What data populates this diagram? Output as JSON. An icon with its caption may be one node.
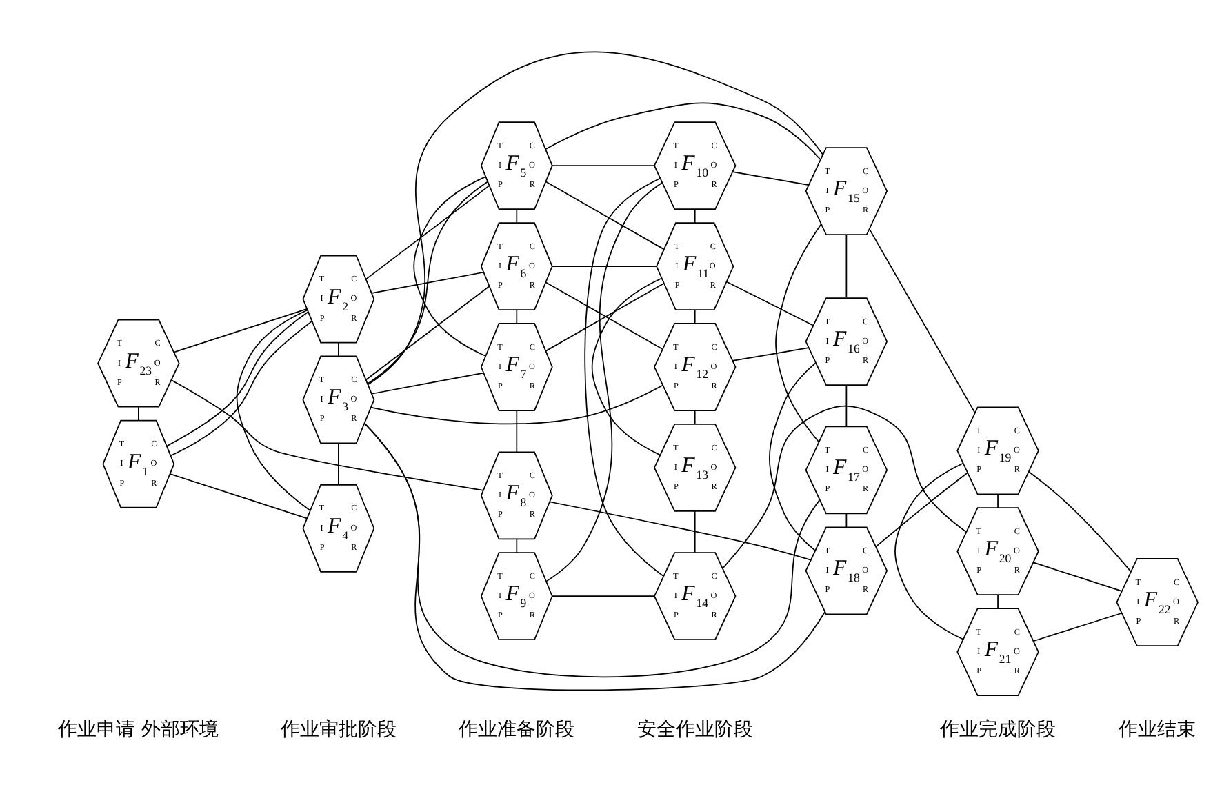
{
  "diagram": {
    "nodes": [
      {
        "text": [
          "T",
          "C",
          "I",
          "*F*$_{1}$",
          "O",
          "P",
          "R"
        ]
      },
      {
        "text": [
          "T",
          "C",
          "I",
          "*F*$_{2}$",
          "O",
          "P",
          "R"
        ]
      },
      {
        "text": [
          "T",
          "C",
          "I",
          "*F*$_{3}$",
          "O",
          "P",
          "R"
        ]
      },
      {
        "text": [
          "T",
          "C",
          "I",
          "*F*$_{4}$",
          "O",
          "P",
          "R"
        ]
      },
      {
        "text": [
          "T",
          "C",
          "I",
          "*F*$_{5}$",
          "O",
          "P",
          "R"
        ]
      },
      {
        "text": [
          "T",
          "C",
          "I",
          "*F*$_{6}$",
          "O",
          "P",
          "R"
        ]
      },
      {
        "text": [
          "T",
          "C",
          "I",
          "*F*$_{7}$",
          "O",
          "P",
          "R"
        ]
      },
      {
        "text": [
          "T",
          "C",
          "I",
          "*F*$_{8}$",
          "O",
          "P",
          "R"
        ]
      },
      {
        "text": [
          "T",
          "C",
          "I",
          "*F*$_{9}$",
          "O",
          "P",
          "R"
        ]
      },
      {
        "text": [
          "T",
          "C",
          "I",
          "*F*$_{10}$",
          "O",
          "P",
          "R"
        ]
      },
      {
        "text": [
          "T",
          "C",
          "I",
          "*F*$_{11}$",
          "O",
          "P",
          "R"
        ]
      },
      {
        "text": [
          "T",
          "C",
          "I",
          "*F*$_{12}$",
          "O",
          "P",
          "R"
        ]
      },
      {
        "text": [
          "T",
          "C",
          "I",
          "*F*$_{13}$",
          "O",
          "P",
          "R"
        ]
      },
      {
        "text": [
          "T",
          "C",
          "I",
          "*F*$_{14}$",
          "O",
          "P",
          "R"
        ]
      },
      {
        "text": [
          "T",
          "C",
          "I",
          "*F*$_{15}$",
          "O",
          "P",
          "R"
        ]
      },
      {
        "text": [
          "T",
          "C",
          "I",
          "*F*$_{16}$",
          "O",
          "P",
          "R"
        ]
      },
      {
        "text": [
          "T",
          "C",
          "I",
          "*F*$_{17}$",
          "O",
          "P",
          "R"
        ]
      },
      {
        "text": [
          "T",
          "C",
          "I",
          "*F*$_{18}$",
          "O",
          "P",
          "R"
        ]
      },
      {
        "text": [
          "T",
          "C",
          "I",
          "*F*$_{19}$",
          "O",
          "P",
          "R"
        ]
      },
      {
        "text": [
          "T",
          "C",
          "I",
          "*F*$_{20}$",
          "O",
          "P",
          "R"
        ]
      },
      {
        "text": [
          "T",
          "C",
          "I",
          "*F*$_{21}$",
          "O",
          "P",
          "R"
        ]
      },
      {
        "text": [
          "T",
          "C",
          "I",
          "*F*$_{22}$",
          "O",
          "P",
          "R"
        ]
      },
      {
        "text": [
          "T",
          "C",
          "I",
          "*F*$_{23}$",
          "O",
          "P",
          "R"
        ]
      }
    ],
    "edges": [
      {
        "from": 0,
        "to": 1,
        "arrow": "none"
      },
      {
        "from": 0,
        "to": 1,
        "arrow": "none"
      },
      {
        "from": 0,
        "to": 3,
        "arrow": "none"
      },
      {
        "from": 22,
        "to": 0,
        "arrow": "none"
      },
      {
        "from": 22,
        "to": 1,
        "arrow": "none"
      },
      {
        "from": 22,
        "to": 7,
        "arrow": "none"
      },
      {
        "from": 1,
        "to": 2,
        "arrow": "none"
      },
      {
        "from": 1,
        "to": 3,
        "arrow": "none"
      },
      {
        "from": 1,
        "to": 4,
        "arrow": "none"
      },
      {
        "from": 1,
        "to": 5,
        "arrow": "none"
      },
      {
        "from": 2,
        "to": 3,
        "arrow": "none"
      },
      {
        "from": 2,
        "to": 4,
        "arrow": "none"
      },
      {
        "from": 2,
        "to": 5,
        "arrow": "none"
      },
      {
        "from": 2,
        "to": 6,
        "arrow": "none"
      },
      {
        "from": 2,
        "to": 11,
        "arrow": "none"
      },
      {
        "from": 2,
        "to": 14,
        "arrow": "none"
      },
      {
        "from": 2,
        "to": 16,
        "arrow": "none"
      },
      {
        "from": 2,
        "to": 17,
        "arrow": "none"
      },
      {
        "from": 4,
        "to": 9,
        "arrow": "none"
      },
      {
        "from": 4,
        "to": 10,
        "arrow": "none"
      },
      {
        "from": 4,
        "to": 5,
        "arrow": "none"
      },
      {
        "from": 4,
        "to": 6,
        "arrow": "none"
      },
      {
        "from": 4,
        "to": 14,
        "arrow": "none"
      },
      {
        "from": 5,
        "to": 10,
        "arrow": "none"
      },
      {
        "from": 5,
        "to": 11,
        "arrow": "none"
      },
      {
        "from": 5,
        "to": 6,
        "arrow": "none"
      },
      {
        "from": 6,
        "to": 10,
        "arrow": "none"
      },
      {
        "from": 6,
        "to": 7,
        "arrow": "none"
      },
      {
        "from": 7,
        "to": 8,
        "arrow": "none"
      },
      {
        "from": 7,
        "to": 17,
        "arrow": "none"
      },
      {
        "from": 8,
        "to": 9,
        "arrow": "none"
      },
      {
        "from": 8,
        "to": 13,
        "arrow": "none"
      },
      {
        "from": 9,
        "to": 14,
        "arrow": "none"
      },
      {
        "from": 9,
        "to": 10,
        "arrow": "none"
      },
      {
        "from": 9,
        "to": 13,
        "arrow": "none"
      },
      {
        "from": 10,
        "to": 11,
        "arrow": "none"
      },
      {
        "from": 10,
        "to": 12,
        "arrow": "none"
      },
      {
        "from": 10,
        "to": 15,
        "arrow": "none"
      },
      {
        "from": 11,
        "to": 12,
        "arrow": "none"
      },
      {
        "from": 11,
        "to": 15,
        "arrow": "none"
      },
      {
        "from": 12,
        "to": 13,
        "arrow": "none"
      },
      {
        "from": 13,
        "to": 19,
        "arrow": "none"
      },
      {
        "from": 14,
        "to": 18,
        "arrow": "none"
      },
      {
        "from": 14,
        "to": 15,
        "arrow": "none"
      },
      {
        "from": 14,
        "to": 16,
        "arrow": "none"
      },
      {
        "from": 15,
        "to": 16,
        "arrow": "none"
      },
      {
        "from": 15,
        "to": 17,
        "arrow": "none"
      },
      {
        "from": 16,
        "to": 17,
        "arrow": "none"
      },
      {
        "from": 17,
        "to": 18,
        "arrow": "none"
      },
      {
        "from": 18,
        "to": 19,
        "arrow": "none"
      },
      {
        "from": 18,
        "to": 20,
        "arrow": "none"
      },
      {
        "from": 18,
        "to": 21,
        "arrow": "none"
      },
      {
        "from": 19,
        "to": 21,
        "arrow": "none"
      },
      {
        "from": 19,
        "to": 20,
        "arrow": "none"
      },
      {
        "from": 20,
        "to": 21,
        "arrow": "none"
      }
    ],
    "labels": [
      "作业申请 外部环境",
      "作业审批阶段",
      "作业准备阶段",
      "安全作业阶段",
      "作业完成阶段",
      "作业结束"
    ]
  }
}
